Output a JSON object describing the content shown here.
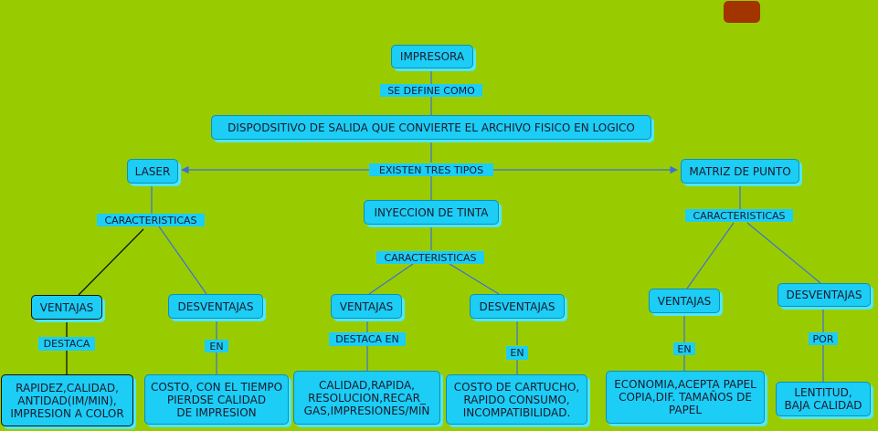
{
  "nodes": {
    "impresora": "IMPRESORA",
    "definicion": "DISPODSITIVO DE SALIDA QUE CONVIERTE EL ARCHIVO FISICO EN LOGICO",
    "laser": "LASER",
    "tinta": "INYECCION DE TINTA",
    "matriz": "MATRIZ DE PUNTO",
    "laser_ventajas": "VENTAJAS",
    "laser_desventajas": "DESVENTAJAS",
    "tinta_ventajas": "VENTAJAS",
    "tinta_desventajas": "DESVENTAJAS",
    "matriz_ventajas": "VENTAJAS",
    "matriz_desventajas": "DESVENTAJAS",
    "laser_ventajas_detalle": "RAPIDEZ,CALIDAD,\nANTIDAD(IM/MIN),\nIMPRESION A COLOR",
    "laser_desventajas_detalle": "COSTO, CON EL TIEMPO\nPIERDSE CALIDAD\nDE IMPRESION",
    "tinta_ventajas_detalle": "CALIDAD,RAPIDA,\nRESOLUCION,RECAR_\nGAS,IMPRESIONES/MIN",
    "tinta_desventajas_detalle": "COSTO DE CARTUCHO,\nRAPIDO CONSUMO,\nINCOMPATIBILIDAD.",
    "matriz_ventajas_detalle": "ECONOMIA,ACEPTA PAPEL\nCOPIA,DIF. TAMAÑOS DE\nPAPEL",
    "matriz_desventajas_detalle": "LENTITUD,\nBAJA CALIDAD"
  },
  "links": {
    "se_define": "SE DEFINE COMO",
    "tipos": "EXISTEN TRES TIPOS",
    "laser_car": "CARACTERISTICAS",
    "tinta_car": "CARACTERISTICAS",
    "matriz_car": "CARACTERISTICAS",
    "laser_destaca": "DESTACA",
    "laser_en": "EN",
    "tinta_destaca": "DESTACA EN",
    "tinta_en": "EN",
    "matriz_en": "EN",
    "matriz_por": "POR"
  },
  "colors": {
    "background": "#99cc00",
    "node_fill": "#1ccdf6",
    "node_shadow": "#4ee8ff",
    "line": "#3c6fd8",
    "accent_box": "#a23400"
  }
}
